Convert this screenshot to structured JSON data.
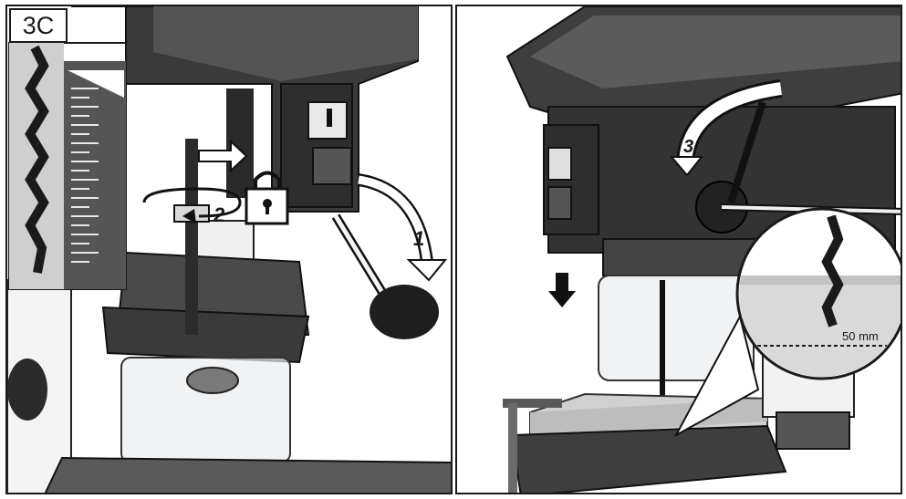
{
  "figure": {
    "step_label": "3C",
    "step_numbers": {
      "one": "1",
      "two": "2",
      "three": "3"
    },
    "depth_label": "50 mm",
    "icons": [
      "lock-icon",
      "down-arrow-icon",
      "rotate-arrow-icon"
    ]
  }
}
